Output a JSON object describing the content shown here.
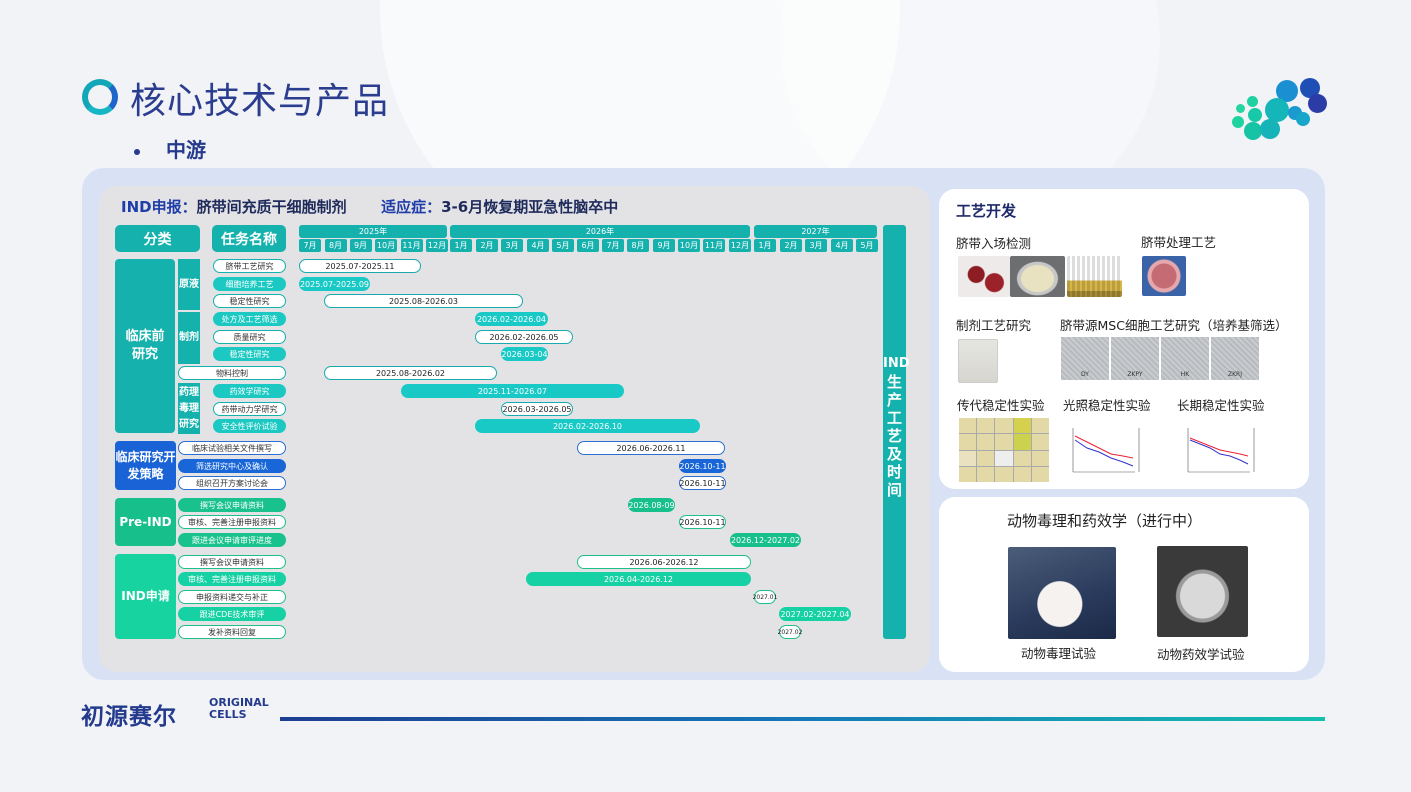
{
  "header": {
    "title": "核心技术与产品",
    "subtitle": "中游"
  },
  "gantt": {
    "ind_label": "IND申报：",
    "ind_value": "脐带间充质干细胞制剂",
    "indication_label": "适应症：",
    "indication_value": "3-6月恢复期亚急性脑卒中",
    "col_category": "分类",
    "col_task": "任务名称",
    "years": [
      "2025年",
      "2026年",
      "2027年"
    ],
    "months": [
      "7月",
      "8月",
      "9月",
      "10月",
      "11月",
      "12月",
      "1月",
      "2月",
      "3月",
      "4月",
      "5月",
      "6月",
      "7月",
      "8月",
      "9月",
      "10月",
      "11月",
      "12月",
      "1月",
      "2月",
      "3月",
      "4月",
      "5月"
    ],
    "categories": {
      "preclinical": "临床前研究",
      "clinical_strategy": "临床研究开发策略",
      "pre_ind": "Pre-IND",
      "ind": "IND申请"
    },
    "subcats": {
      "raw": "原液",
      "formulation": "制剂",
      "pharm": [
        "药理",
        "毒理",
        "研究"
      ]
    },
    "tasks": [
      {
        "name": "脐带工艺研究",
        "period": "2025.07-2025.11"
      },
      {
        "name": "细胞培养工艺",
        "period": "2025.07-2025.09"
      },
      {
        "name": "稳定性研究",
        "period": "2025.08-2026.03"
      },
      {
        "name": "处方及工艺筛选",
        "period": "2026.02-2026.04"
      },
      {
        "name": "质量研究",
        "period": "2026.02-2026.05"
      },
      {
        "name": "稳定性研究",
        "period": "2026.03-04"
      },
      {
        "name": "物料控制",
        "period": "2025.08-2026.02"
      },
      {
        "name": "药效学研究",
        "period": "2025.11-2026.07"
      },
      {
        "name": "药带动力学研究",
        "period": "2026.03-2026.05"
      },
      {
        "name": "安全性评价试验",
        "period": "2026.02-2026.10"
      },
      {
        "name": "临床试验相关文件撰写",
        "period": "2026.06-2026.11"
      },
      {
        "name": "筛选研究中心及确认",
        "period": "2026.10-11"
      },
      {
        "name": "组织召开方案讨论会",
        "period": "2026.10-11"
      },
      {
        "name": "撰写会议申请资料",
        "period": "2026.08-09"
      },
      {
        "name": "审核、完善注册申报资料",
        "period": "2026.10-11"
      },
      {
        "name": "跟进会议申请审评进度",
        "period": "2026.12-2027.02"
      },
      {
        "name": "撰写会议申请资料",
        "period": "2026.06-2026.12"
      },
      {
        "name": "审核、完善注册申报资料",
        "period": "2026.04-2026.12"
      },
      {
        "name": "申报资料递交与补正",
        "period": "2027.01"
      },
      {
        "name": "跟进CDE技术审评",
        "period": "2027.02-2027.04"
      },
      {
        "name": "发补资料回复",
        "period": "2027.02"
      }
    ],
    "side_label": "IND生产工艺及时间"
  },
  "process": {
    "title": "工艺开发",
    "labels": {
      "entry": "脐带入场检测",
      "cord": "脐带处理工艺",
      "formulation": "制剂工艺研究",
      "msc": "脐带源MSC细胞工艺研究（培养基筛选）",
      "passage": "传代稳定性实验",
      "light": "光照稳定性实验",
      "longterm": "长期稳定性实验"
    },
    "msc_tags": [
      "DY",
      "ZKPY",
      "HK",
      "ZKRJ"
    ]
  },
  "animal": {
    "title": "动物毒理和药效学（进行中）",
    "tox": "动物毒理试验",
    "eff": "动物药效学试验"
  },
  "footer": {
    "brand_cn": "初源赛尔",
    "brand_en1": "ORIGINAL",
    "brand_en2": "CELLS"
  },
  "colors": {
    "teal": "#14b1ad",
    "blue": "#1866d8",
    "green": "#17c08a",
    "navy": "#243a8c"
  }
}
